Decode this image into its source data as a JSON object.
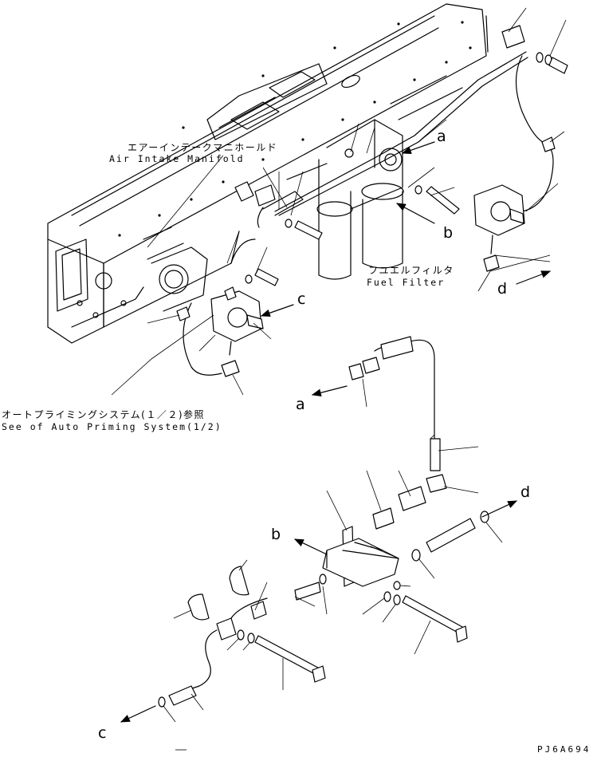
{
  "labels": {
    "intake_manifold_jp": "エアーインテークマニホールド",
    "intake_manifold_en": "Air Intake Manifold",
    "fuel_filter_jp": "フユエルフィルタ",
    "fuel_filter_en": "Fuel Filter",
    "auto_priming_jp": "オートプライミングシステム(１／２)参照",
    "auto_priming_en": "See of Auto Priming System(1/2)"
  },
  "reference_letters": {
    "a_top": "a",
    "b_top": "b",
    "c_top": "c",
    "d_top": "d",
    "a_bottom": "a",
    "b_bottom": "b",
    "c_bottom": "c",
    "d_bottom": "d"
  },
  "drawing_code": "PJ6A694"
}
